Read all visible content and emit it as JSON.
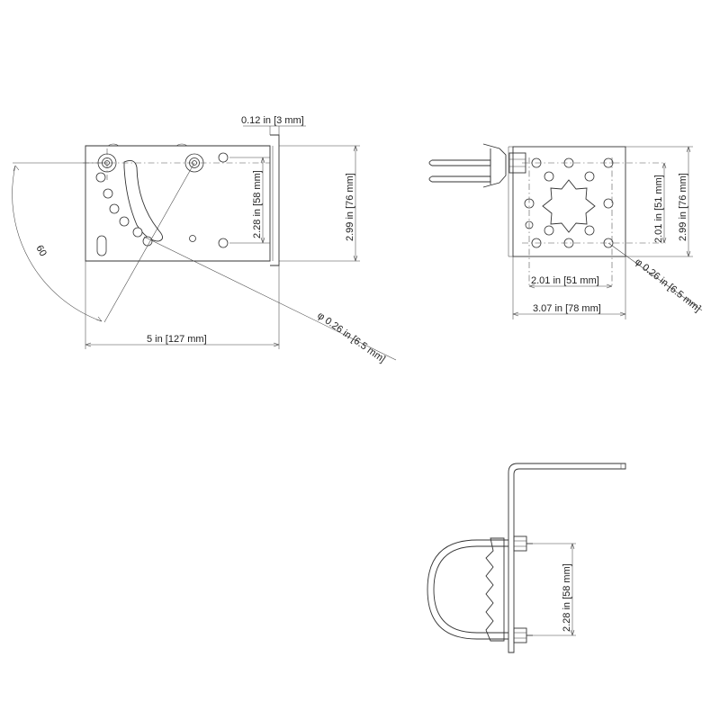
{
  "drawing": {
    "view1": {
      "thickness": "0.12 in [3 mm]",
      "hole_spacing": "2.28 in [58 mm]",
      "height": "2.99 in [76 mm]",
      "width": "5 in [127 mm]",
      "angle": "60",
      "hole_diameter": "φ 0.26 in [6.5 mm]"
    },
    "view2": {
      "hole_spacing_v": "2.01 in [51 mm]",
      "height": "2.99 in [76 mm]",
      "hole_spacing_h": "2.01 in [51 mm]",
      "width": "3.07 in [78 mm]",
      "hole_diameter": "φ 0.26 in [6.5 mm]"
    },
    "view3": {
      "clamp_spacing": "2.28 in [58 mm]"
    }
  }
}
